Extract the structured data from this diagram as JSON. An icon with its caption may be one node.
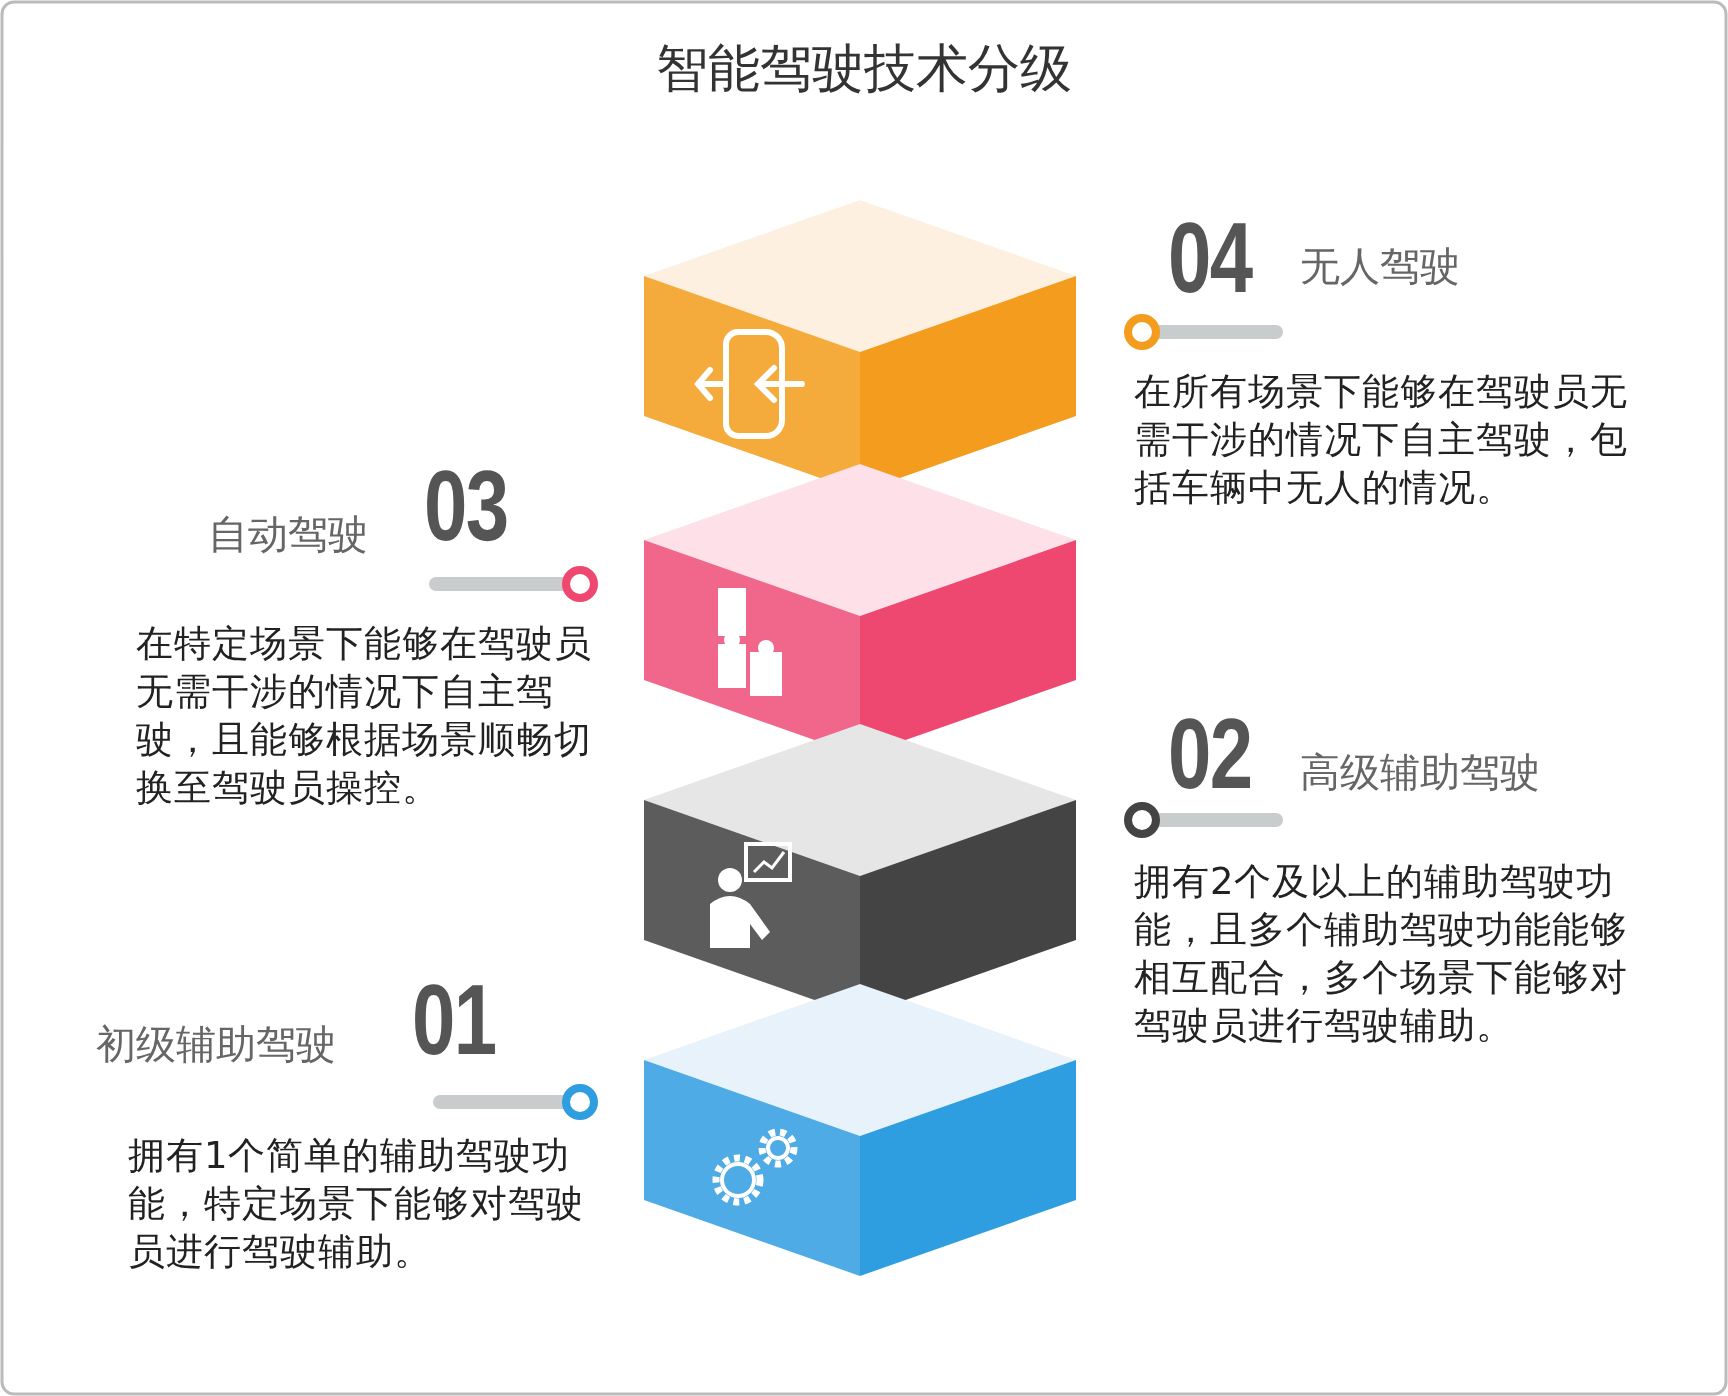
{
  "diagram": {
    "title": "智能驾驶技术分级",
    "labels": [
      "04",
      "无人驾驶",
      "在所有场景下能够在驾驶员无需干涉的情况下自主驾驶，包括车辆中无人的情况。",
      "自动驾驶",
      "03",
      "在特定场景下能够在驾驶员无需干涉的情况下自主驾驶，且能够根据场景顺畅切换至驾驶员操控。",
      "02",
      "高级辅助驾驶",
      "拥有2个及以上的辅助驾驶功能，且多个辅助驾驶功能能够相互配合，多个场景下能够对驾驶员进行驾驶辅助。",
      "初级辅助驾驶",
      "01",
      "拥有1个简单的辅助驾驶功能，特定场景下能够对驾驶员进行驾驶辅助。"
    ]
  }
}
